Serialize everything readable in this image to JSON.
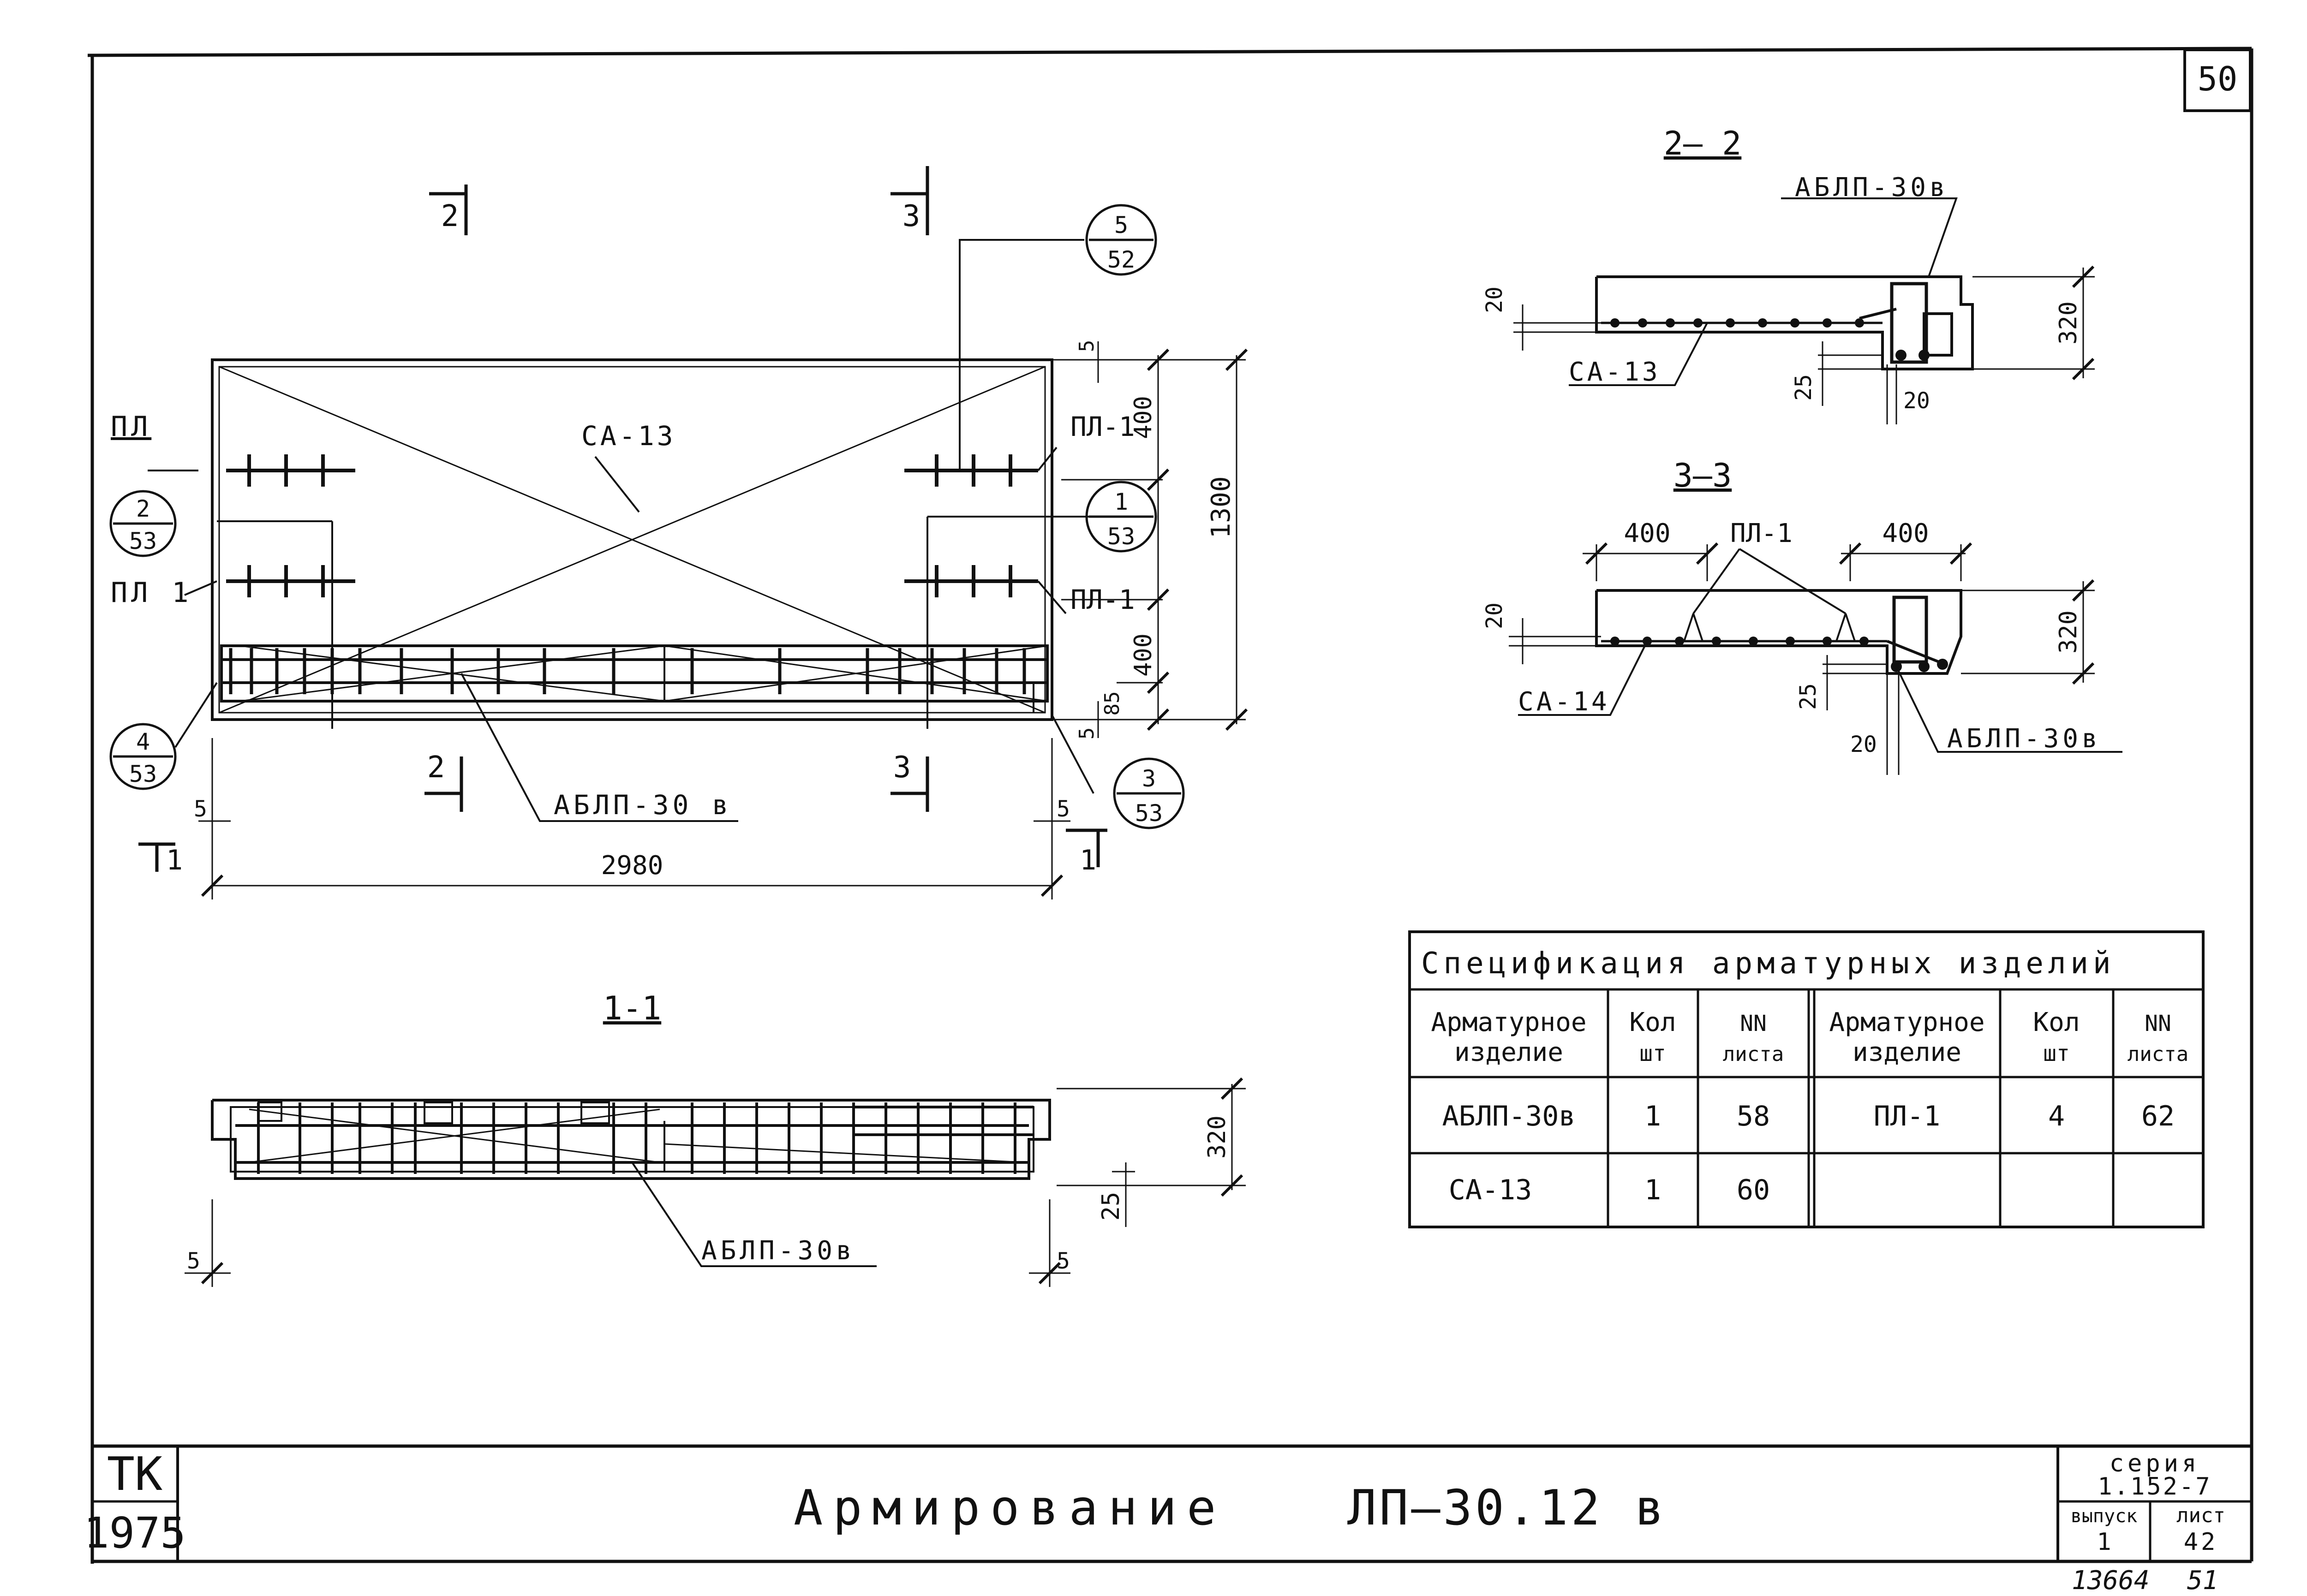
{
  "sheet": {
    "corner_number": "50",
    "stamp_top": "ТК",
    "stamp_bottom": "1975",
    "title_word": "Армирование",
    "title_mark": "ЛП–30.12 в",
    "series_label": "серия",
    "series_value": "1.152-7",
    "issue_label": "выпуск",
    "issue_value": "1",
    "sheet_label": "лист",
    "sheet_value": "42",
    "handwritten_1": "13664",
    "handwritten_2": "51"
  },
  "plan": {
    "sect_2_top": "2",
    "sect_3_top": "3",
    "sect_2_bottom": "2",
    "sect_3_bottom": "3",
    "sect_1_left": "1",
    "sect_1_right": "1",
    "label_sa13": "СА-13",
    "label_pl_top": "ПЛ",
    "label_pl_bottom": "ПЛ 1",
    "label_pl1_top": "ПЛ-1",
    "label_pl1_bottom": "ПЛ-1",
    "label_ablp": "АБЛП-30 в",
    "callout_52_top": "5",
    "callout_52_bot": "52",
    "callout_153_top": "1",
    "callout_153_bot": "53",
    "callout_353_top": "3",
    "callout_353_bot": "53",
    "callout_253_top": "2",
    "callout_253_bot": "53",
    "callout_453_top": "4",
    "callout_453_bot": "53",
    "dim_length": "2980",
    "dim_height": "1300",
    "dim_400_top": "400",
    "dim_400_bot": "400",
    "dim_5_a": "5",
    "dim_5_b": "5",
    "dim_5_c": "5",
    "dim_5_d": "5",
    "dim_85": "85"
  },
  "section_11": {
    "title": "1-1",
    "label_ablp": "АБЛП-30в",
    "dim_320": "320",
    "dim_25": "25",
    "dim_5_left": "5",
    "dim_5_right": "5"
  },
  "section_22": {
    "title": "2— 2",
    "label_ablp": "АБЛП-30в",
    "label_sa13": "СА-13",
    "dim_20": "20",
    "dim_320": "320",
    "dim_25": "25",
    "dim_20b": "20"
  },
  "section_33": {
    "title": "3—3",
    "label_pl1": "ПЛ-1",
    "label_sa14": "СА-14",
    "label_ablp": "АБЛП-30в",
    "dim_400_left": "400",
    "dim_400_right": "400",
    "dim_20": "20",
    "dim_320": "320",
    "dim_25": "25",
    "dim_20b": "20"
  },
  "spec_table": {
    "title": "Спецификация арматурных изделий",
    "headers": {
      "item_1": "Арматурное",
      "item_2": "изделие",
      "qty_1": "Кол",
      "qty_2": "шт",
      "sheet_1": "NN",
      "sheet_2": "листа"
    },
    "rows": [
      {
        "item_a": "АБЛП-30в",
        "qty_a": "1",
        "sheet_a": "58",
        "item_b": "ПЛ-1",
        "qty_b": "4",
        "sheet_b": "62"
      },
      {
        "item_a": "СА-13",
        "qty_a": "1",
        "sheet_a": "60",
        "item_b": "",
        "qty_b": "",
        "sheet_b": ""
      }
    ]
  }
}
